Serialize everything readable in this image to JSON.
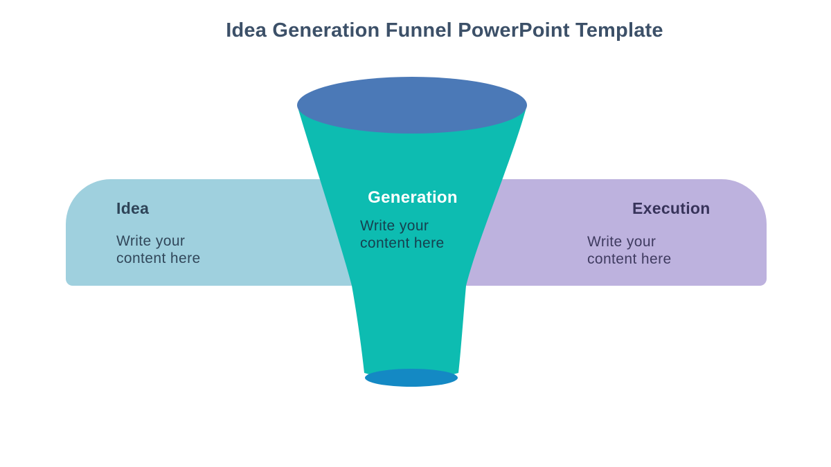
{
  "title": "Idea Generation Funnel PowerPoint Template",
  "sections": [
    {
      "label": "Idea",
      "body_line1": "Write your",
      "body_line2": "content here"
    },
    {
      "label": "Generation",
      "body_line1": "Write your",
      "body_line2": "content here"
    },
    {
      "label": "Execution",
      "body_line1": "Write your",
      "body_line2": "content here"
    }
  ],
  "colors": {
    "background": "#FFFFFF",
    "title_text": "#3C5068",
    "band_left": "#9FD0DE",
    "band_right": "#BDB2DE",
    "funnel_body": "#0DBCB1",
    "funnel_top_opening": "#4B79B7",
    "funnel_bottom_opening": "#1489C4",
    "idea_label_text": "#2E4458",
    "idea_body_text": "#31475A",
    "generation_label_text": "#FFFFFF",
    "generation_body_text": "#16404F",
    "execution_label_text": "#37335A",
    "execution_body_text": "#3F3B60"
  }
}
